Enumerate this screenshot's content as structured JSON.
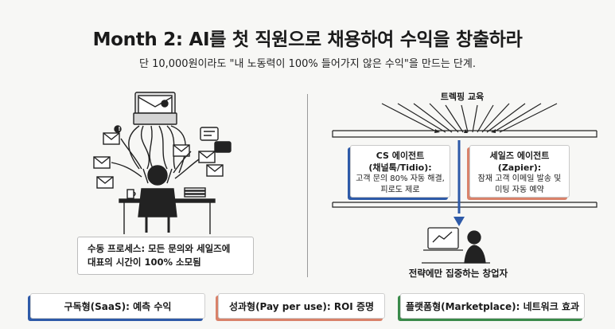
{
  "header": {
    "title": "Month 2: AI를 첫 직원으로 채용하여 수익을 창출하라",
    "subtitle": "단 10,000원이라도 \"내 노동력이 100% 들어가지 않은 수익\"을 만드는 단계."
  },
  "left_panel": {
    "callout_line1": "수동 프로세스: 모든 문의와 세일즈에",
    "callout_line2": "대표의 시간이 100% 소모됨",
    "badge": "!",
    "icons": [
      "inbox-tray-icon",
      "envelope-icon",
      "chat-bubble-icon",
      "stressed-person-icon",
      "desk-icon",
      "coffee-mug-icon"
    ]
  },
  "right_panel": {
    "training_label": "트렉핑 교육",
    "cs_agent": {
      "title_line1": "CS 에이전트",
      "title_line2": "(채널톡/Tidio):",
      "desc_line1": "고객 문의 80% 자동 해결,",
      "desc_line2": "피로도 제로"
    },
    "sales_agent": {
      "title_line1": "세일즈 에이전트",
      "title_line2": "(Zapier):",
      "desc_line1": "잠재 고객 이메일 발송 및",
      "desc_line2": "미팅 자동 예약"
    },
    "founder_label": "전략에만 집중하는 창업자",
    "icons": [
      "laptop-icon",
      "person-icon",
      "arrow-down-icon"
    ]
  },
  "footer": {
    "items": [
      {
        "label": "구독형(SaaS): 예측 수익",
        "color": "#2e5aa8"
      },
      {
        "label": "성과형(Pay per use): ROI 증명",
        "color": "#d9826a"
      },
      {
        "label": "플랫폼형(Marketplace): 네트워크 효과",
        "color": "#3a8a4a"
      }
    ]
  },
  "colors": {
    "blue": "#2e5aa8",
    "coral": "#d9826a",
    "green": "#3a8a4a"
  }
}
